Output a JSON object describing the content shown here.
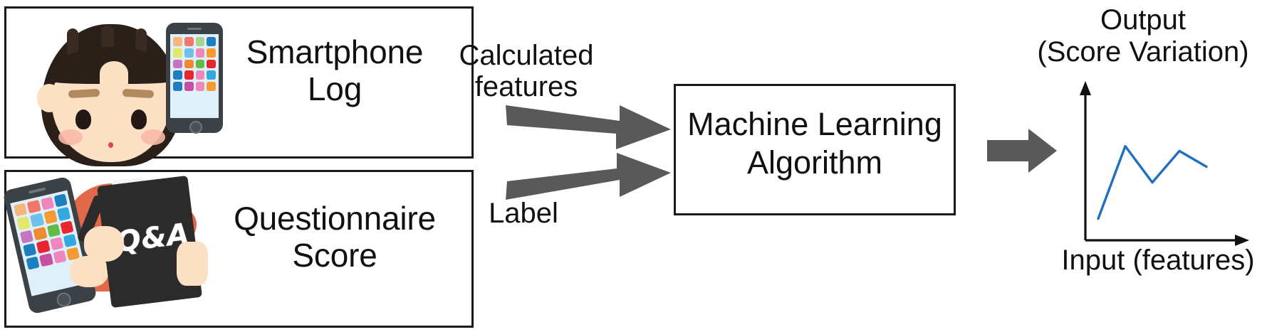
{
  "diagram": {
    "title": "Machine learning pipeline: smartphone log and questionnaire score to score variation output",
    "inputs": [
      {
        "id": "smartphone-log",
        "label": "Smartphone\nLog",
        "illustration": "woman-looking-at-smartphone"
      },
      {
        "id": "questionnaire-score",
        "label": "Questionnaire\nScore",
        "illustration": "woman-filling-qa-questionnaire-tablet",
        "tablet_text": "Q&A"
      }
    ],
    "arrows": [
      {
        "id": "calculated-features-arrow",
        "label": "Calculated\nfeatures",
        "color": "#595959"
      },
      {
        "id": "label-arrow",
        "label": "Label",
        "color": "#595959"
      },
      {
        "id": "output-arrow",
        "label": "",
        "color": "#595959"
      }
    ],
    "processor": {
      "id": "machine-learning-algorithm",
      "label": "Machine Learning\nAlgorithm"
    },
    "output": {
      "id": "score-variation-chart",
      "title": "Output\n(Score Variation)",
      "xlabel": "Input (features)"
    },
    "colors": {
      "arrow_grey": "#595959",
      "box_border": "#1a1a1a",
      "line_blue": "#1f6fc4",
      "text": "#111111",
      "background": "#ffffff"
    }
  },
  "chart_data": {
    "type": "line",
    "title": "Output (Score Variation)",
    "xlabel": "Input (features)",
    "ylabel": "",
    "grid": false,
    "legend": false,
    "axis_arrows": true,
    "x": [
      0,
      1,
      2,
      3,
      4
    ],
    "series": [
      {
        "name": "score variation",
        "color": "#1f6fc4",
        "values": [
          12,
          72,
          42,
          68,
          55
        ]
      }
    ],
    "xlim": [
      0,
      5
    ],
    "ylim": [
      0,
      100
    ],
    "tick_labels": {
      "x": [],
      "y": []
    }
  },
  "phone_apps": {
    "box1": [
      "#f6b57a",
      "#f2766b",
      "#a8d58a",
      "#1d7fc0",
      "#e2e86a",
      "#6fc0e8",
      "#f087bc",
      "#f59b32",
      "#c874c0",
      "#f08a32",
      "#62bb46",
      "#e8262f",
      "#1d7fc0",
      "#e8262f",
      "#f087bc",
      "#35a8e0",
      "#1d7fc0",
      "#c84ea0",
      "#f087bc",
      "#f59b32"
    ],
    "box2": [
      "#f6b57a",
      "#f2766b",
      "#f087bc",
      "#1d7fc0",
      "#e2e86a",
      "#6fc0e8",
      "#f59b32",
      "#35a8e0",
      "#c874c0",
      "#f08a32",
      "#62bb46",
      "#e8262f",
      "#1d7fc0",
      "#e8262f",
      "#f087bc",
      "#35a8e0",
      "#1d7fc0",
      "#c84ea0",
      "#f087bc",
      "#f59b32"
    ]
  }
}
